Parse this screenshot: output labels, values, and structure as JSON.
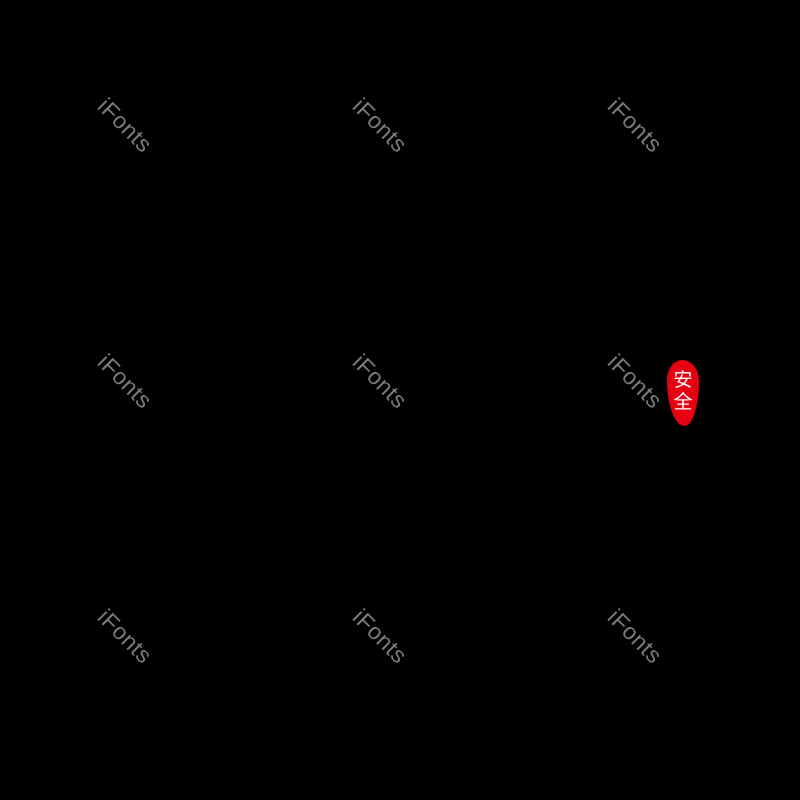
{
  "background_color": "#000000",
  "watermark": {
    "text": "iFonts",
    "color": "#7a7a7a",
    "tiles": [
      {
        "row": 0,
        "col": 0,
        "text": "iFonts"
      },
      {
        "row": 0,
        "col": 1,
        "text": "iFonts"
      },
      {
        "row": 0,
        "col": 2,
        "text": "iFonts"
      },
      {
        "row": 1,
        "col": 0,
        "text": "iFonts"
      },
      {
        "row": 1,
        "col": 1,
        "text": "iFonts"
      },
      {
        "row": 1,
        "col": 2,
        "text": "iFonts"
      },
      {
        "row": 2,
        "col": 0,
        "text": "iFonts"
      },
      {
        "row": 2,
        "col": 1,
        "text": "iFonts"
      },
      {
        "row": 2,
        "col": 2,
        "text": "iFonts"
      }
    ]
  },
  "seal": {
    "color": "#e60012",
    "text_color": "#ffffff",
    "chars": [
      "安",
      "全"
    ]
  }
}
